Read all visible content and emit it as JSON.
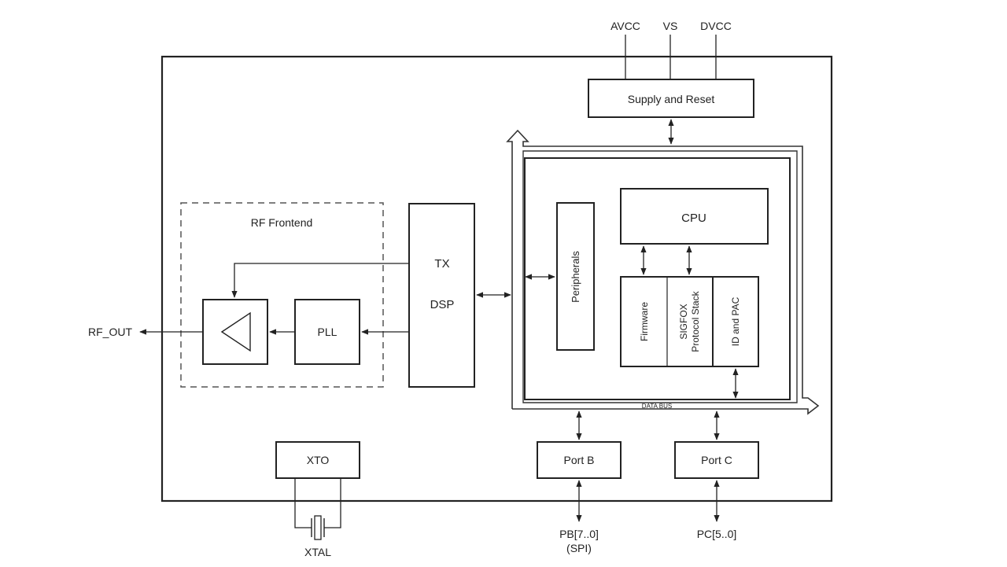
{
  "diagram": {
    "pins": {
      "avcc": "AVCC",
      "vs": "VS",
      "dvcc": "DVCC",
      "rf_out": "RF_OUT",
      "xtal": "XTAL",
      "pb_line1": "PB[7..0]",
      "pb_line2": "(SPI)",
      "pc": "PC[5..0]"
    },
    "blocks": {
      "supply": "Supply and Reset",
      "rf_frontend": "RF Frontend",
      "pll": "PLL",
      "tx": "TX",
      "dsp": "DSP",
      "peripherals": "Peripherals",
      "cpu": "CPU",
      "firmware": "Firmware",
      "sigfox_line1": "SIGFOX",
      "sigfox_line2": "Protocol Stack",
      "id_pac": "ID and PAC",
      "data_bus": "DATA BUS",
      "xto": "XTO",
      "port_b": "Port B",
      "port_c": "Port C"
    }
  }
}
